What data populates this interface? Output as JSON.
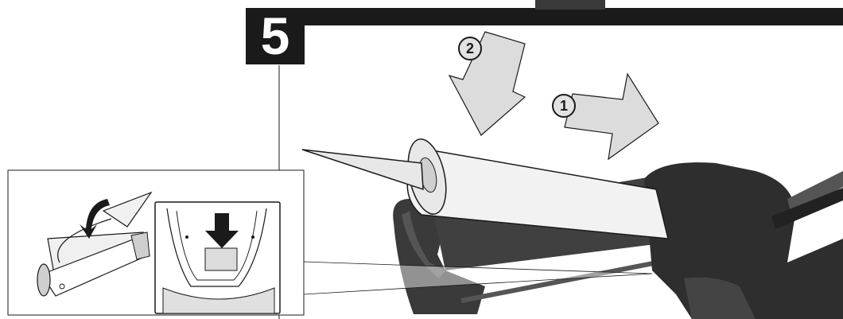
{
  "step": {
    "number": "5"
  },
  "callouts": [
    {
      "id": "1",
      "icon": "arrow-right-icon",
      "meaning": ""
    },
    {
      "id": "2",
      "icon": "arrow-down-icon",
      "meaning": ""
    }
  ],
  "colors": {
    "header_bar": "#1a1a1a",
    "arrow_fill": "#dcdcdc",
    "tool_body": "#3a3a3a",
    "cartridge": "#f0f0f0"
  }
}
